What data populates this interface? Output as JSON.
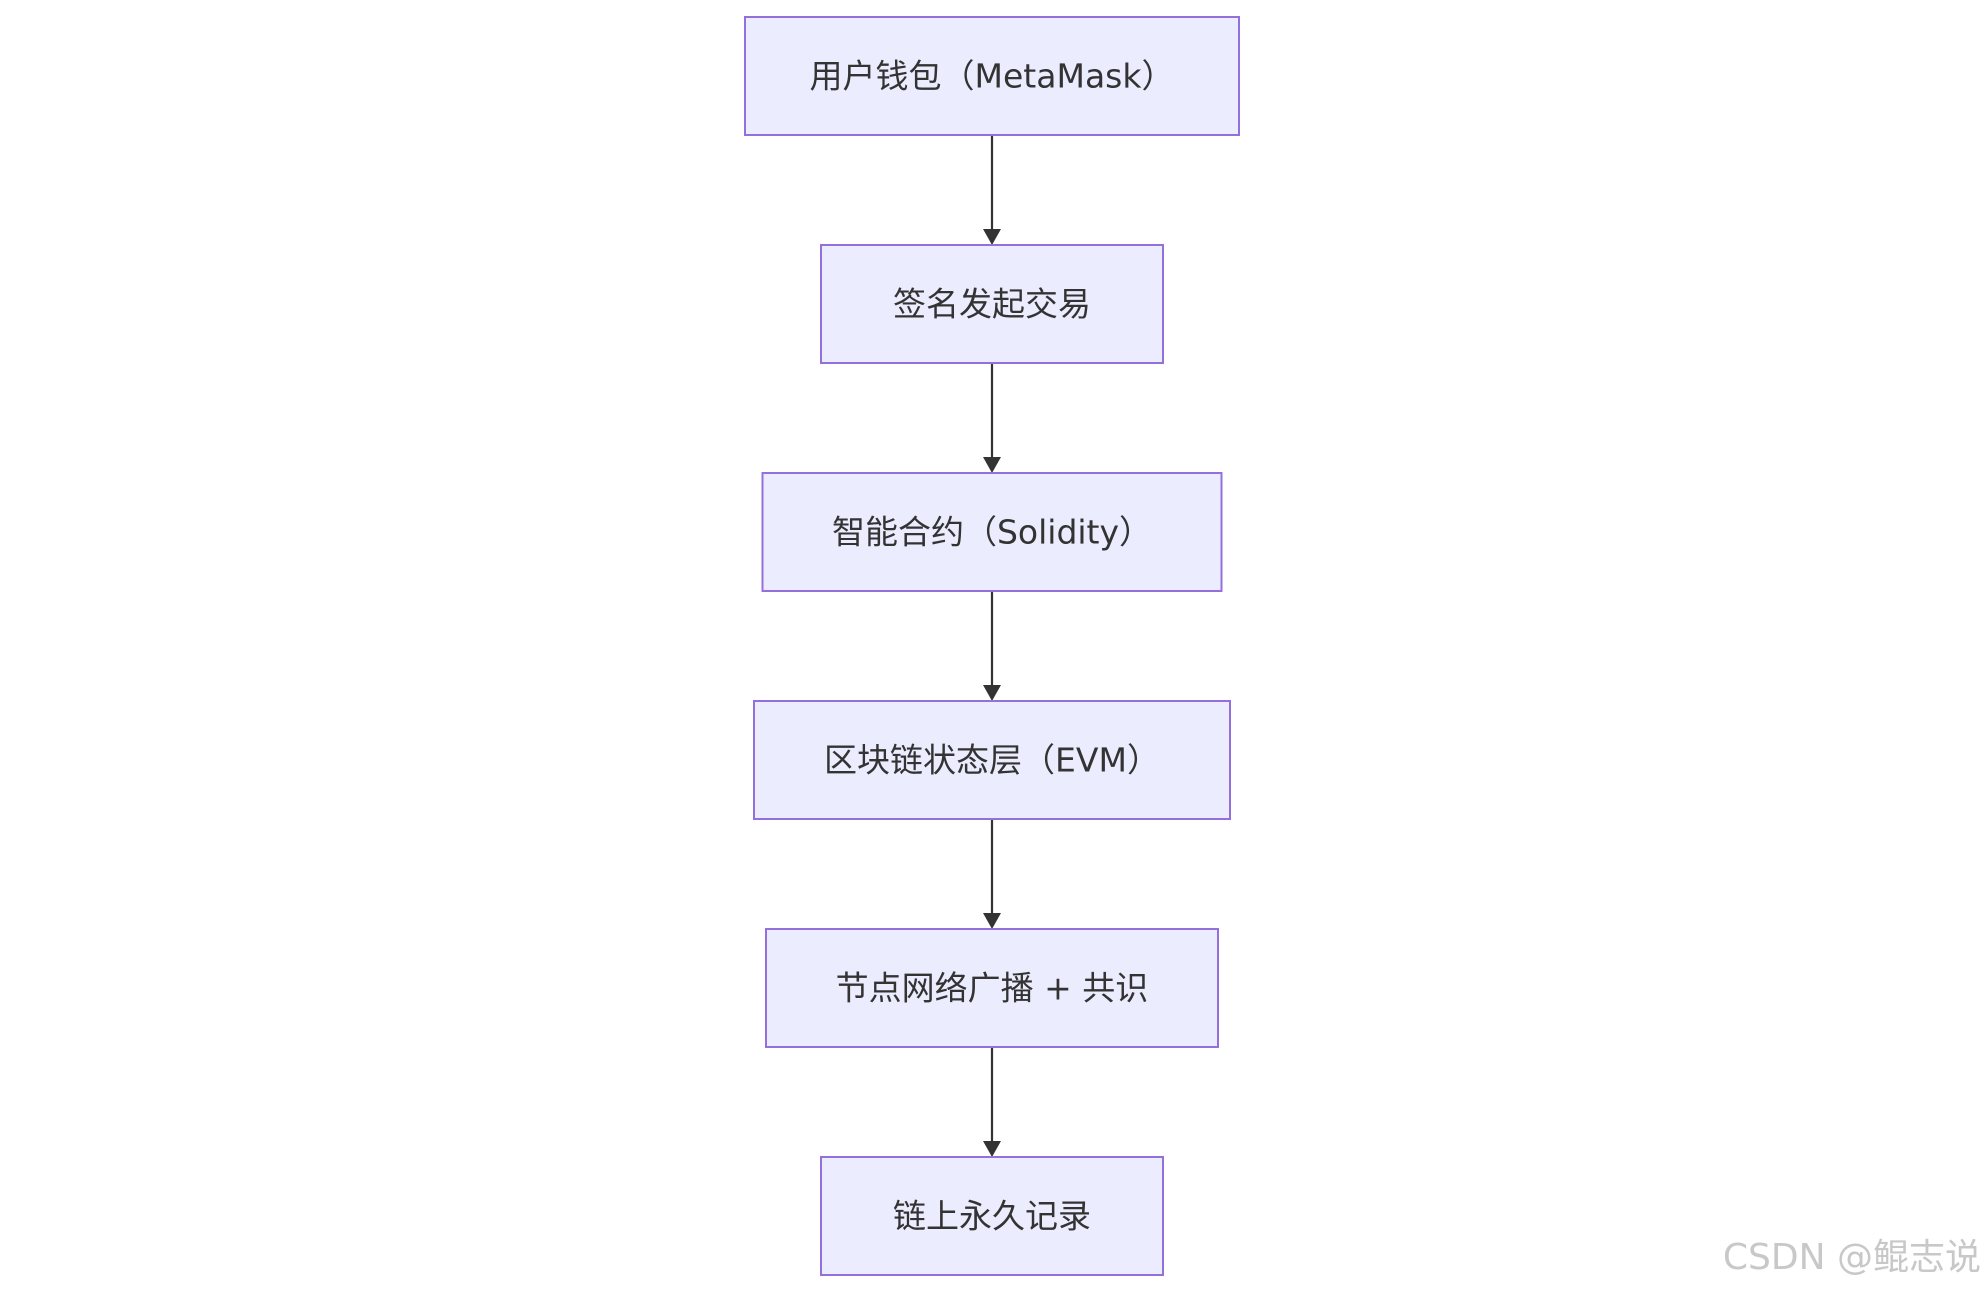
{
  "diagram": {
    "type": "flowchart",
    "direction": "top-down",
    "colors": {
      "node_fill": "#ececff",
      "node_stroke": "#9370db",
      "edge": "#333333",
      "text": "#333333"
    },
    "nodes": [
      {
        "id": "wallet",
        "label": "用户钱包（MetaMask）"
      },
      {
        "id": "sign",
        "label": "签名发起交易"
      },
      {
        "id": "contract",
        "label": "智能合约（Solidity）"
      },
      {
        "id": "state",
        "label": "区块链状态层（EVM）"
      },
      {
        "id": "network",
        "label": "节点网络广播 + 共识"
      },
      {
        "id": "record",
        "label": "链上永久记录"
      }
    ],
    "edges": [
      {
        "from": "wallet",
        "to": "sign"
      },
      {
        "from": "sign",
        "to": "contract"
      },
      {
        "from": "contract",
        "to": "state"
      },
      {
        "from": "state",
        "to": "network"
      },
      {
        "from": "network",
        "to": "record"
      }
    ]
  },
  "watermark": "CSDN @鲲志说"
}
